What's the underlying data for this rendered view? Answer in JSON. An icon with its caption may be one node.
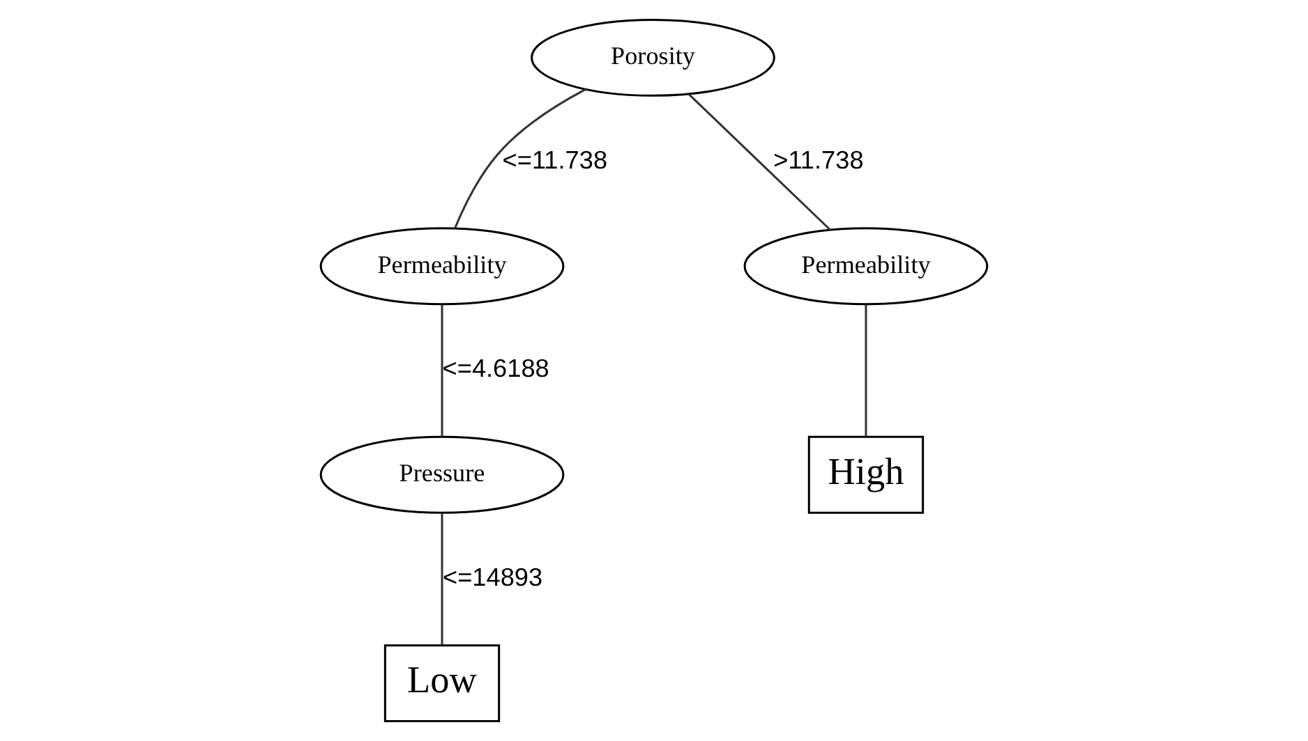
{
  "diagram": {
    "nodes": [
      {
        "text": [
          "Porosity"
        ]
      },
      {
        "text": [
          "Permeability"
        ]
      },
      {
        "text": [
          "Permeability"
        ]
      },
      {
        "text": [
          "Pressure"
        ]
      },
      {
        "text": [
          "High"
        ]
      },
      {
        "text": [
          "Low"
        ]
      }
    ],
    "edges": [
      {
        "from": 0,
        "to": 1,
        "arrow": "none",
        "label": "<=11.738"
      },
      {
        "from": 0,
        "to": 2,
        "arrow": "none",
        "label": ">11.738"
      },
      {
        "from": 1,
        "to": 3,
        "arrow": "none",
        "label": "<=4.6188"
      },
      {
        "from": 2,
        "to": 4,
        "arrow": "none"
      },
      {
        "from": 3,
        "to": 5,
        "arrow": "none",
        "label": "<=14893"
      }
    ]
  }
}
